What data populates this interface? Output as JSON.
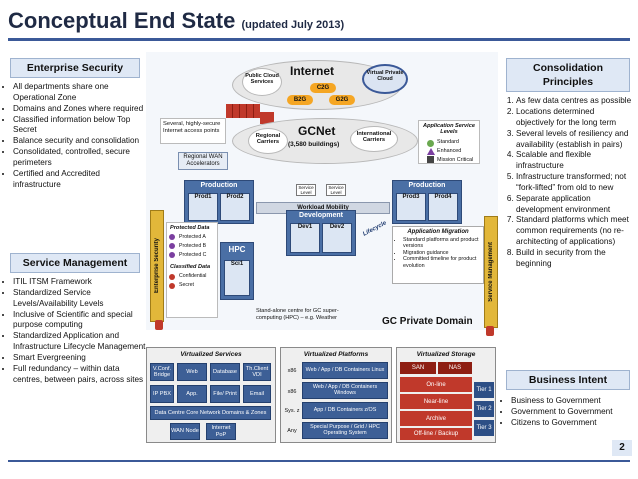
{
  "title": {
    "main": "Conceptual End State",
    "sub": "(updated July 2013)"
  },
  "enterprise_security": {
    "heading": "Enterprise Security",
    "items": [
      "All departments share one Operational Zone",
      "Domains and Zones where required",
      "Classified information below Top Secret",
      "Balance security and consolidation",
      "Consolidated, controlled, secure perimeters",
      "Certified and Accredited infrastructure"
    ]
  },
  "service_management": {
    "heading": "Service Management",
    "items": [
      "ITIL ITSM Framework",
      "Standardized Service Levels/Availability Levels",
      "Inclusive of Scientific and special purpose computing",
      "Standardized Application and Infrastructure Lifecycle Management",
      "Smart Evergreening",
      "Full redundancy – within data centres, between pairs, across sites"
    ]
  },
  "consolidation": {
    "heading": "Consolidation Principles",
    "items": [
      "As few data centres as possible",
      "Locations determined objectively for the long term",
      "Several levels of resiliency and availability (establish in pairs)",
      "Scalable and flexible infrastructure",
      "Infrastructure transformed; not “fork-lifted” from old to new",
      "Separate application development environment",
      "Standard platforms which meet common requirements (no re-architecting of applications)",
      "Build in security from the beginning"
    ]
  },
  "business_intent": {
    "heading": "Business Intent",
    "items": [
      "Business to Government",
      "Government to Government",
      "Citizens to Government"
    ]
  },
  "diagram": {
    "internet": "Internet",
    "public_cloud": "Public Cloud Services",
    "virtual_private_cloud": "Virtual Private Cloud",
    "c2g": "C2G",
    "b2g": "B2G",
    "g2g": "G2G",
    "gcnet": "GCNet",
    "gcnet_sub": "(3,580 buildings)",
    "regional_carriers": "Regional Carriers",
    "international_carriers": "International Carriers",
    "secure_access": "Several, highly-secure Internet access points",
    "regional_wan": "Regional WAN Accelerators",
    "app_service_levels": "Application Service Levels",
    "levels": [
      "Standard",
      "Enhanced",
      "Mission Critical"
    ],
    "production": "Production",
    "prod1": "Prod1",
    "prod2": "Prod2",
    "prod3": "Prod3",
    "prod4": "Prod4",
    "service_level": "Service Level",
    "workload_mobility": "Workload Mobility",
    "development": "Development",
    "dev1": "Dev1",
    "dev2": "Dev2",
    "lifecycle": "Lifecycle",
    "app_migration": "Application Migration",
    "migration_items": [
      "Standard platforms and product versions",
      "Migration guidance",
      "Committed timeline for product evolution"
    ],
    "protected_data": "Protected Data",
    "protected": [
      "Protected A",
      "Protected B",
      "Protected C"
    ],
    "classified_data": "Classified Data",
    "classified": [
      "Confidential",
      "Secret"
    ],
    "hpc": "HPC",
    "sci1": "Sci1",
    "hpc_note": "Stand-alone centre for GC super-computing (HPC) – e.g. Weather",
    "gc_private_domain": "GC Private Domain",
    "enterprise_security_vert": "Enterprise Security",
    "service_management_vert": "Service Management"
  },
  "virtualized_services": {
    "heading": "Virtualized Services",
    "items": [
      "V.Conf. Bridge",
      "Web",
      "Database",
      "Th.Client VDI",
      "IP PBX",
      "App.",
      "File/ Print",
      "Email",
      "Data Centre Core Network Domains & Zones",
      "WAN Node",
      "Internet PoP"
    ]
  },
  "virtualized_platforms": {
    "heading": "Virtualized Platforms",
    "rows": [
      {
        "label": "x86",
        "value": "Web / App / DB Containers Linux"
      },
      {
        "label": "x86",
        "value": "Web / App / DB Containers Windows"
      },
      {
        "label": "Sys. z",
        "value": "App / DB Containers z/OS"
      },
      {
        "label": "Any",
        "value": "Special Purpose / Grid / HPC Operating System"
      }
    ]
  },
  "virtualized_storage": {
    "heading": "Virtualized Storage",
    "san": "SAN",
    "nas": "NAS",
    "rows": [
      "On-line",
      "Near-line",
      "Archive",
      "Off-line / Backup"
    ],
    "tiers": [
      "Tier 1",
      "Tier 2",
      "Tier 3"
    ]
  },
  "page_number": "2",
  "colors": {
    "accent": "#3b5998",
    "production": "#4a6fa5",
    "storage": "#c0392b"
  }
}
